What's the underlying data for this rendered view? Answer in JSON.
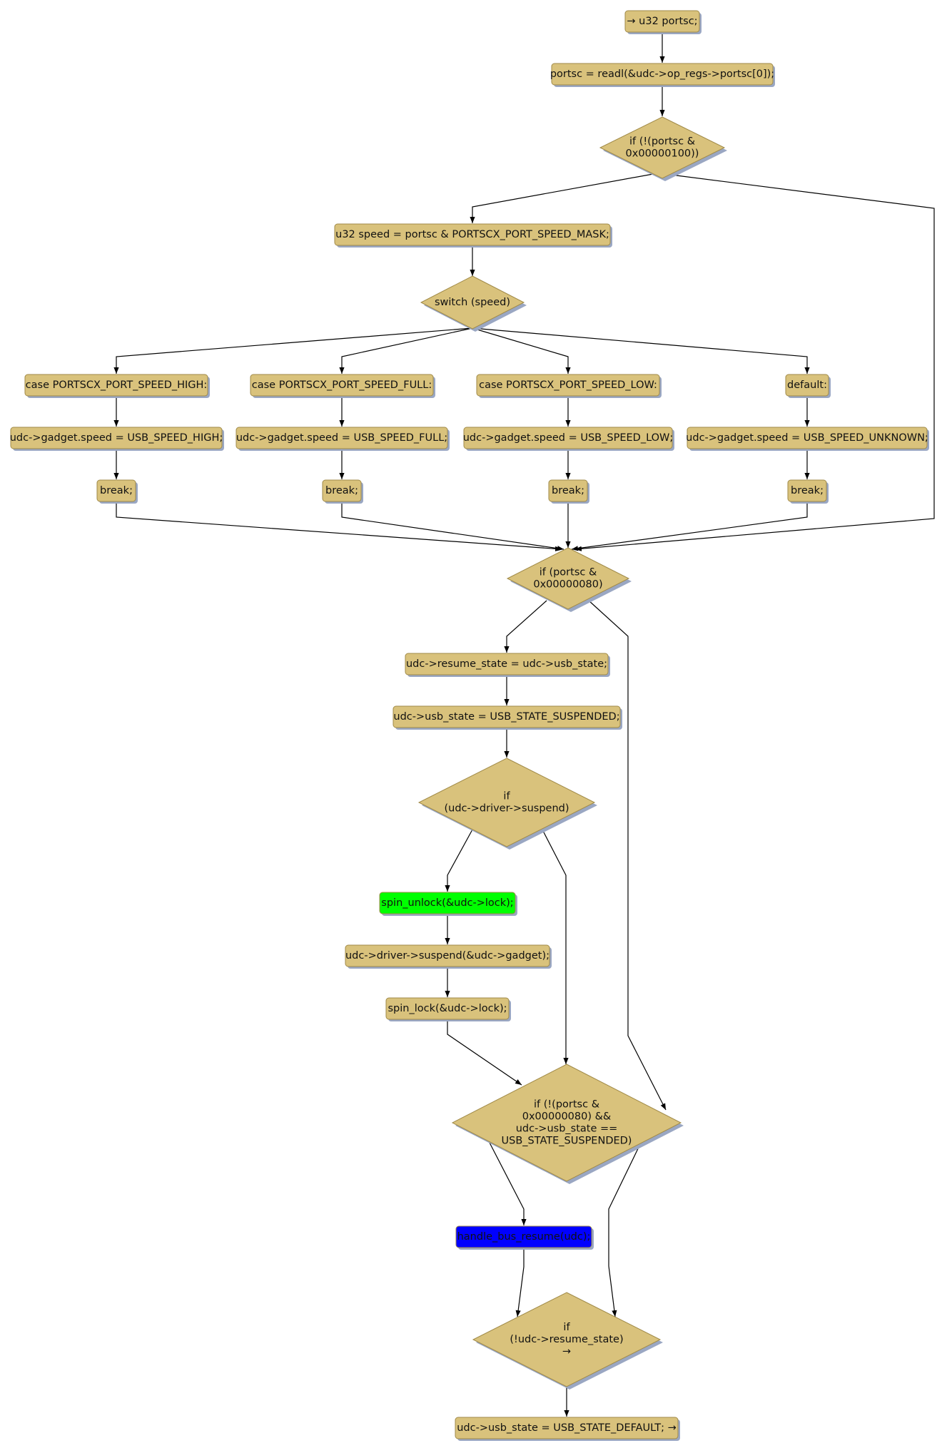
{
  "diagram": {
    "colors": {
      "node_fill": "#d9c27c",
      "node_stroke": "#a08a48",
      "shadow": "#9aa7c3",
      "highlight_green": "#00ff00",
      "highlight_blue": "#0000ff",
      "edge": "#000000"
    },
    "nodes": [
      {
        "id": "n1",
        "kind": "box",
        "lines": [
          "→ u32 portsc;"
        ]
      },
      {
        "id": "n2",
        "kind": "box",
        "lines": [
          "portsc = readl(&udc->op_regs->portsc[0]);"
        ]
      },
      {
        "id": "n3",
        "kind": "diamond",
        "lines": [
          "if (!(portsc &",
          "0x00000100))"
        ]
      },
      {
        "id": "n4",
        "kind": "box",
        "lines": [
          "u32 speed = portsc & PORTSCX_PORT_SPEED_MASK;"
        ]
      },
      {
        "id": "n5",
        "kind": "diamond",
        "lines": [
          "switch (speed)"
        ]
      },
      {
        "id": "c1",
        "kind": "box",
        "lines": [
          "case PORTSCX_PORT_SPEED_HIGH:"
        ]
      },
      {
        "id": "c2",
        "kind": "box",
        "lines": [
          "case PORTSCX_PORT_SPEED_FULL:"
        ]
      },
      {
        "id": "c3",
        "kind": "box",
        "lines": [
          "case PORTSCX_PORT_SPEED_LOW:"
        ]
      },
      {
        "id": "c4",
        "kind": "box",
        "lines": [
          "default:"
        ]
      },
      {
        "id": "s1",
        "kind": "box",
        "lines": [
          "udc->gadget.speed = USB_SPEED_HIGH;"
        ]
      },
      {
        "id": "s2",
        "kind": "box",
        "lines": [
          "udc->gadget.speed = USB_SPEED_FULL;"
        ]
      },
      {
        "id": "s3",
        "kind": "box",
        "lines": [
          "udc->gadget.speed = USB_SPEED_LOW;"
        ]
      },
      {
        "id": "s4",
        "kind": "box",
        "lines": [
          "udc->gadget.speed = USB_SPEED_UNKNOWN;"
        ]
      },
      {
        "id": "b1",
        "kind": "box",
        "lines": [
          "break;"
        ]
      },
      {
        "id": "b2",
        "kind": "box",
        "lines": [
          "break;"
        ]
      },
      {
        "id": "b3",
        "kind": "box",
        "lines": [
          "break;"
        ]
      },
      {
        "id": "b4",
        "kind": "box",
        "lines": [
          "break;"
        ]
      },
      {
        "id": "d2",
        "kind": "diamond",
        "lines": [
          "if (portsc &",
          "0x00000080)"
        ]
      },
      {
        "id": "r1",
        "kind": "box",
        "lines": [
          "udc->resume_state = udc->usb_state;"
        ]
      },
      {
        "id": "r2",
        "kind": "box",
        "lines": [
          "udc->usb_state = USB_STATE_SUSPENDED;"
        ]
      },
      {
        "id": "d3",
        "kind": "diamond",
        "lines": [
          "if",
          "(udc->driver->suspend)"
        ]
      },
      {
        "id": "u1",
        "kind": "box",
        "lines": [
          "spin_unlock(&udc->lock);"
        ],
        "highlight": "green"
      },
      {
        "id": "u2",
        "kind": "box",
        "lines": [
          "udc->driver->suspend(&udc->gadget);"
        ]
      },
      {
        "id": "u3",
        "kind": "box",
        "lines": [
          "spin_lock(&udc->lock);"
        ]
      },
      {
        "id": "d4",
        "kind": "diamond",
        "lines": [
          "if (!(portsc &",
          "0x00000080) &&",
          "udc->usb_state ==",
          "USB_STATE_SUSPENDED)"
        ]
      },
      {
        "id": "h1",
        "kind": "box",
        "lines": [
          "handle_bus_resume(udc);"
        ],
        "highlight": "blue"
      },
      {
        "id": "d5",
        "kind": "diamond",
        "lines": [
          "if",
          "(!udc->resume_state)",
          "→"
        ]
      },
      {
        "id": "e1",
        "kind": "box",
        "lines": [
          "udc->usb_state = USB_STATE_DEFAULT; →"
        ]
      }
    ],
    "edges": [
      [
        "n1",
        "n2"
      ],
      [
        "n2",
        "n3"
      ],
      [
        "n3",
        "n4"
      ],
      [
        "n3",
        "d2"
      ],
      [
        "n4",
        "n5"
      ],
      [
        "n5",
        "c1"
      ],
      [
        "n5",
        "c2"
      ],
      [
        "n5",
        "c3"
      ],
      [
        "n5",
        "c4"
      ],
      [
        "c1",
        "s1"
      ],
      [
        "c2",
        "s2"
      ],
      [
        "c3",
        "s3"
      ],
      [
        "c4",
        "s4"
      ],
      [
        "s1",
        "b1"
      ],
      [
        "s2",
        "b2"
      ],
      [
        "s3",
        "b3"
      ],
      [
        "s4",
        "b4"
      ],
      [
        "b1",
        "d2"
      ],
      [
        "b2",
        "d2"
      ],
      [
        "b3",
        "d2"
      ],
      [
        "b4",
        "d2"
      ],
      [
        "d2",
        "r1"
      ],
      [
        "d2",
        "d4"
      ],
      [
        "r1",
        "r2"
      ],
      [
        "r2",
        "d3"
      ],
      [
        "d3",
        "u1"
      ],
      [
        "d3",
        "d4"
      ],
      [
        "u1",
        "u2"
      ],
      [
        "u2",
        "u3"
      ],
      [
        "u3",
        "d4"
      ],
      [
        "d4",
        "h1"
      ],
      [
        "d4",
        "d5"
      ],
      [
        "h1",
        "d5"
      ],
      [
        "d5",
        "e1"
      ]
    ]
  }
}
